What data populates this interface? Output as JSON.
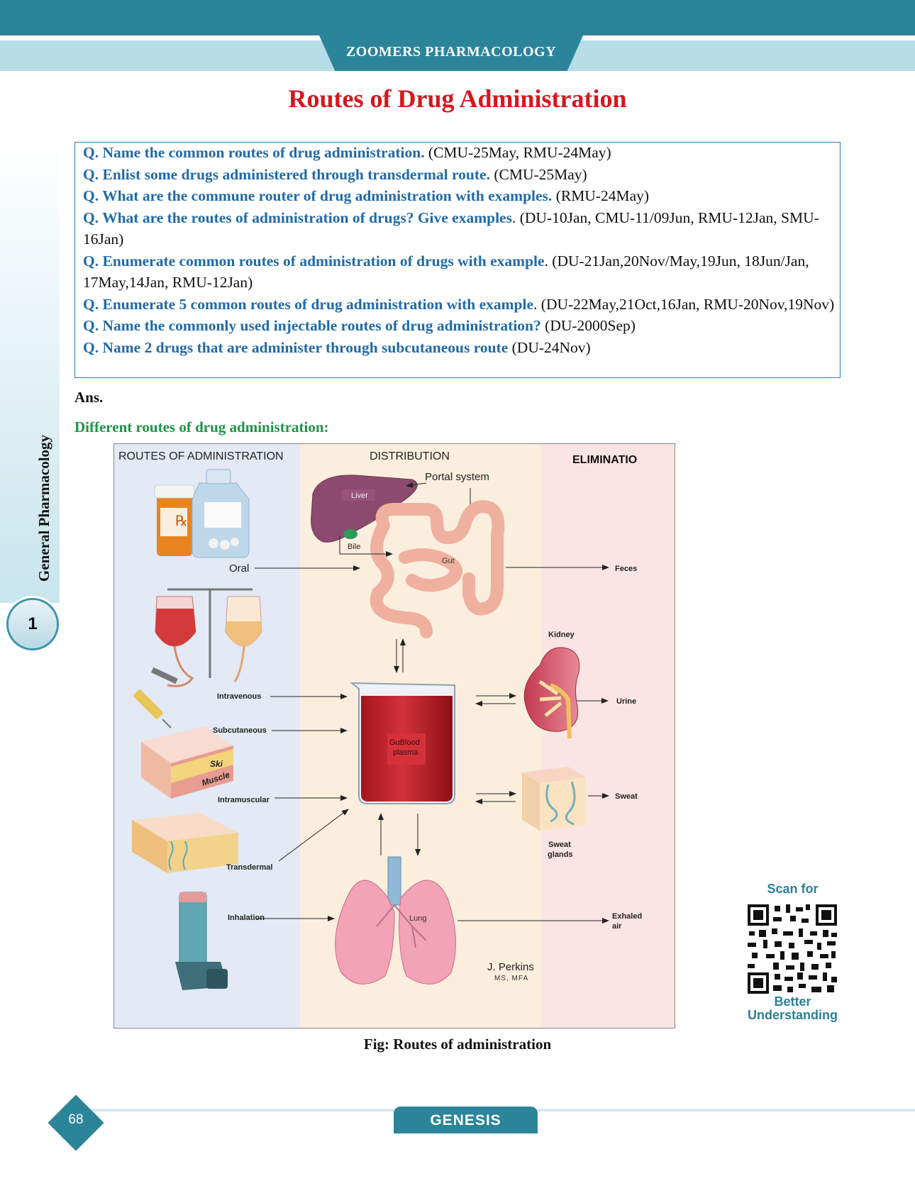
{
  "header": {
    "book_title": "ZOOMERS PHARMACOLOGY"
  },
  "title": "Routes of Drug Administration",
  "sidebar": {
    "section": "General Pharmacology",
    "chapter": "1"
  },
  "questions": [
    {
      "q": "Q. Name the common routes of drug administration.",
      "ref": " (CMU-25May, RMU-24May)"
    },
    {
      "q": "Q. Enlist some drugs administered through transdermal route.",
      "ref": " (CMU-25May)"
    },
    {
      "q": "Q. What are the commune router of drug administration with examples.",
      "ref": " (RMU-24May)"
    },
    {
      "q": "Q. What are the routes of administration of drugs? Give examples",
      "ref": ". (DU-10Jan, CMU-11/09Jun, RMU-12Jan, SMU-16Jan)"
    },
    {
      "q": "Q. Enumerate common routes of administration of drugs with example",
      "ref": ". (DU-21Jan,20Nov/May,19Jun, 18Jun/Jan, 17May,14Jan, RMU-12Jan)"
    },
    {
      "q": "Q. Enumerate 5 common routes of drug administration with example",
      "ref": ". (DU-22May,21Oct,16Jan, RMU-20Nov,19Nov)"
    },
    {
      "q": "Q. Name the commonly used injectable routes of drug administration?",
      "ref": " (DU-2000Sep)"
    },
    {
      "q": "Q. Name 2 drugs that are administer through subcutaneous route",
      "ref": " (DU-24Nov)"
    }
  ],
  "answer_label": "Ans.",
  "subheading": "Different routes of drug administration:",
  "figure": {
    "col_routes": "ROUTES OF ADMINISTRATION",
    "col_distribution": "DISTRIBUTION",
    "col_elimination": "ELIMINATIO",
    "portal": "Portal system",
    "liver": "Liver",
    "bile": "Bile",
    "gut": "Gut",
    "oral": "Oral",
    "feces": "Feces",
    "kidney": "Kidney",
    "intravenous": "Intravenous",
    "urine": "Urine",
    "subcutaneous": "Subcutaneous",
    "blood_plasma_1": "GuBlood",
    "blood_plasma_2": "plasma",
    "skin": "Ski",
    "muscle": "Muscle",
    "intramuscular": "Intramuscular",
    "sweat": "Sweat",
    "sweat_glands_1": "Sweat",
    "sweat_glands_2": "glands",
    "transdermal": "Transdermal",
    "inhalation": "Inhalation",
    "lung": "Lung",
    "exhaled_1": "Exhaled",
    "exhaled_2": "air",
    "artist": "J. Perkins",
    "artist_cred": "MS, MFA",
    "rx": "℞"
  },
  "caption": "Fig: Routes of administration",
  "qr": {
    "top": "Scan for",
    "bottom_1": "Better",
    "bottom_2": "Understanding"
  },
  "footer": {
    "brand": "GENESIS",
    "page": "68"
  }
}
